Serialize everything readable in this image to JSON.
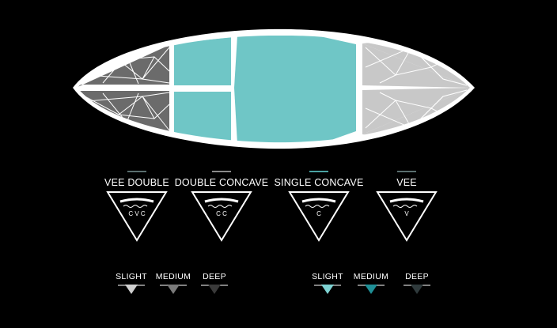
{
  "colors": {
    "background": "#000000",
    "tail_vee": "#6b6b6b",
    "nose_vee": "#c8c8c8",
    "concave_teal": "#6fc6c6",
    "outline": "#ffffff"
  },
  "concave_types": [
    {
      "label": "VEE DOUBLE",
      "accent": "#5a6e6e",
      "marks": "CVC"
    },
    {
      "label": "DOUBLE CONCAVE",
      "accent": "#8a8a8a",
      "marks": "CC"
    },
    {
      "label": "SINGLE CONCAVE",
      "accent": "#4aa3a3",
      "marks": "C"
    },
    {
      "label": "VEE",
      "accent": "#5a6e6e",
      "marks": "V"
    }
  ],
  "depth_legend_grey": [
    {
      "label": "SLIGHT",
      "color": "#d0d0d0"
    },
    {
      "label": "MEDIUM",
      "color": "#7a7a7a"
    },
    {
      "label": "DEEP",
      "color": "#3a3a3a"
    }
  ],
  "depth_legend_teal": [
    {
      "label": "SLIGHT",
      "color": "#7fd3d3"
    },
    {
      "label": "MEDIUM",
      "color": "#1f8f96"
    },
    {
      "label": "DEEP",
      "color": "#2f3a3c"
    }
  ]
}
